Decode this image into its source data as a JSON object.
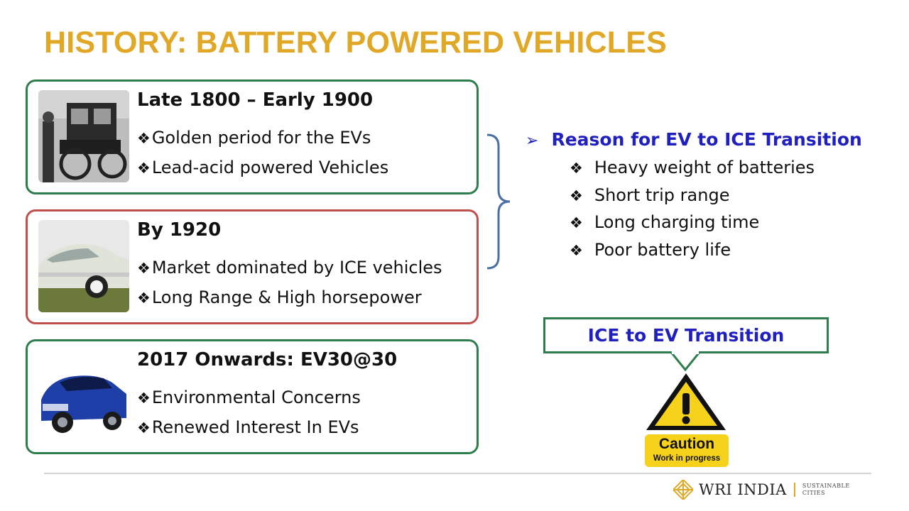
{
  "slide": {
    "title": "HISTORY: BATTERY POWERED VEHICLES"
  },
  "eras": [
    {
      "heading": "Late 1800 – Early 1900",
      "points": [
        "Golden period for the EVs",
        "Lead-acid powered Vehicles"
      ]
    },
    {
      "heading": "By 1920",
      "points": [
        "Market dominated by ICE vehicles",
        "Long Range & High horsepower"
      ]
    },
    {
      "heading": "2017 Onwards: EV30@30",
      "points": [
        "Environmental Concerns",
        "Renewed Interest In EVs"
      ]
    }
  ],
  "reason": {
    "heading": "Reason for EV to ICE Transition",
    "items": [
      "Heavy weight of batteries",
      "Short trip range",
      "Long charging time",
      "Poor battery life"
    ]
  },
  "transition": {
    "label": "ICE to EV Transition"
  },
  "caution": {
    "title": "Caution",
    "subtitle": "Work in progress"
  },
  "footer": {
    "org": "WRI INDIA",
    "tagline_1": "SUSTAINABLE",
    "tagline_2": "CITIES"
  },
  "colors": {
    "title": "#e0a826",
    "green_border": "#2e7d4f",
    "red_border": "#c0504d",
    "accent_blue": "#2020c0",
    "caution_yellow": "#f7d21a"
  },
  "icons": {
    "bullet": "diamond-bullet-icon",
    "reason_bullet": "arrow-bullet-icon"
  }
}
